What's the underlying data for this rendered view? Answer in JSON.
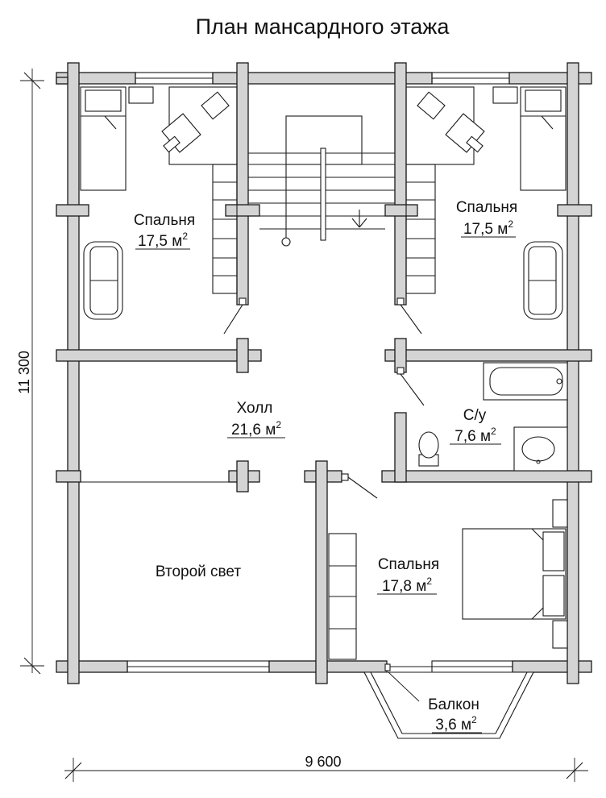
{
  "title": "План мансардного этажа",
  "rooms": [
    {
      "name": "Спальня",
      "area": "17,5 м",
      "sup": "2"
    },
    {
      "name": "Спальня",
      "area": "17,5 м",
      "sup": "2"
    },
    {
      "name": "Холл",
      "area": "21,6 м",
      "sup": "2"
    },
    {
      "name": "С/у",
      "area": "7,6 м",
      "sup": "2"
    },
    {
      "name": "Второй свет"
    },
    {
      "name": "Спальня",
      "area": "17,8 м",
      "sup": "2"
    },
    {
      "name": "Балкон",
      "area": "3,6 м",
      "sup": "2"
    }
  ],
  "dimensions": {
    "width": "9 600",
    "height": "11 300"
  }
}
